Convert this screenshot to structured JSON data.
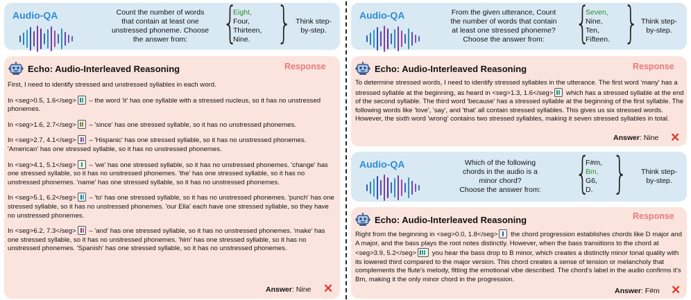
{
  "left": {
    "qa": {
      "title": "Audio-QA",
      "question_lines": [
        "Count the number of words",
        "that contain at least one",
        "unstressed phoneme. Choose",
        "the answer from:"
      ],
      "options": [
        "Eight,",
        "Four,",
        "Thirteen,",
        "Nine."
      ],
      "correct_index": 0,
      "think_lines": [
        "Think step-",
        "by-step."
      ]
    },
    "response": {
      "title": "Echo: Audio-Interleaved Reasoning",
      "label": "Response",
      "intro": "First, I need to identify stressed and unstressed syllables in each word.",
      "paragraphs": [
        {
          "pre": "In <seg>0.5, 1.6</seg>",
          "post": " – the word 'it' has one syllable with a stressed nucleus, so it has no unstressed phonemes."
        },
        {
          "pre": "In <seg>1.6, 2.7</seg>",
          "post": " – 'since' has one stressed syllable, so it has no unstressed phonemes."
        },
        {
          "pre": "In <seg>2.7, 4.1</seg>",
          "post": " – 'Hispanic' has one stressed syllable, so it has no unstressed phonemes. 'American' has one stressed syllable, so it has no unstressed phonemes."
        },
        {
          "pre": "In <seg>4.1, 5.1</seg>",
          "post": " – 'we' has one stressed syllable, so it has no unstressed phonemes. 'change' has one stressed syllable, so it has no unstressed phonemes. 'the' has one stressed syllable, so it has no unstressed phonemes. 'name' has one stressed syllable, so it has no unstressed phonemes."
        },
        {
          "pre": "In <seg>5.1, 6.2</seg>",
          "post": " – 'to' has one stressed syllable, so it has no unstressed phonemes. 'punch' has one stressed syllable, so it has no unstressed phonemes. 'our Ella' each have one stressed syllable, so they have no unstressed phonemes."
        },
        {
          "pre": "In <seg>6.2, 7.3</seg>",
          "post": " – 'and' has one stressed syllable, so it has no unstressed phonemes. 'make' has one stressed syllable, so it has no unstressed phonemes. 'him' has one stressed syllable, so it has no unstressed phonemes. 'Spanish' has one stressed syllable, so it has no unstressed phonemes."
        }
      ],
      "answer_label": "Answer",
      "answer_value": ": Nine"
    }
  },
  "right_top": {
    "qa": {
      "title": "Audio-QA",
      "question_lines": [
        "From the given utterance, Count",
        "the number of words that contain",
        "at least one stressed phoneme?",
        "Choose the answer from:"
      ],
      "options": [
        "Seven,",
        "Nine,",
        "Ten,",
        "Fifteen."
      ],
      "correct_index": 0,
      "think_lines": [
        "Think step-",
        "by-step."
      ]
    },
    "response": {
      "title": "Echo: Audio-Interleaved Reasoning",
      "label": "Response",
      "pre": "To determine stressed words, I need to identify stressed syllables in the utterance. The first word 'many' has a stressed syllable at the beginning, as heard in <seg>1.3, 1.6</seg>",
      "post": " which has a stressed syllable at the end of the second syllable. The third word 'because' has a stressed syllable at the beginning of the first syllable. The following words like 'love', 'say', and 'that' all contain stressed syllables. This gives us six stressed words. However, the sixth word 'wrong' contains two stressed syllables, making it seven stressed syllables in total.",
      "answer_label": "Answer",
      "answer_value": ": Nine"
    }
  },
  "right_bottom": {
    "qa": {
      "title": "Audio-QA",
      "question_lines": [
        "Which of the following",
        "chords in the audio is a",
        "minor chord?",
        "Choose the answer from:"
      ],
      "options": [
        "F#m,",
        "Bm,",
        "G6,",
        "D."
      ],
      "correct_index": 1,
      "think_lines": [
        "Think step-",
        "by-step."
      ]
    },
    "response": {
      "title": "Echo: Audio-Interleaved Reasoning",
      "label": "Response",
      "pre1": "Right from the beginning in <seg>0.0, 1.8</seg>",
      "mid": " the chord progression establishes chords like D major and A major, and the bass plays the root notes distinctly. However, when the bass transitions to the chord at <seg>3.9, 5.2</seg>",
      "post": " you hear the bass drop to B minor, which creates a distinctly minor tonal quality with its lowered third compared to the major version. This chord creates a sense of tension or melancholy that complements the flute's melody, fitting the emotional vibe described. The chord's label in the audio confirms it's Bm, making it the only minor chord in the progression.",
      "answer_label": "Answer",
      "answer_value": ": F#m"
    }
  },
  "colors": {
    "qa_bg": "#d9e9f3",
    "resp_bg": "#fbe4dd",
    "title_blue": "#2e8bd3",
    "response_label": "#e87a7a",
    "correct_green": "#2c8c2c",
    "x_red": "#e03a2f"
  }
}
